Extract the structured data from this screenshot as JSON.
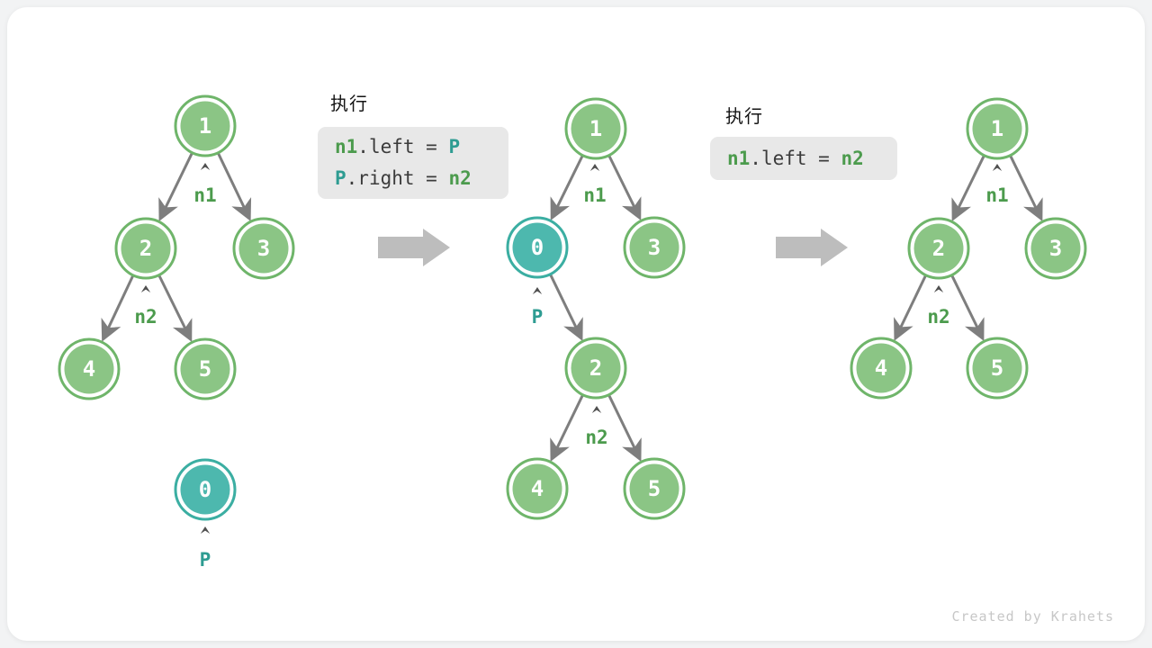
{
  "watermark": "Created by Krahets",
  "code_blocks": [
    {
      "title": "执行",
      "lines": [
        [
          "n1",
          ".left = ",
          "P"
        ],
        [
          "P",
          ".right = ",
          "n2"
        ]
      ]
    },
    {
      "title": "执行",
      "lines": [
        [
          "n1",
          ".left = ",
          "n2"
        ]
      ]
    }
  ],
  "trees": [
    {
      "name": "initial-tree",
      "nodes": [
        {
          "value": "1",
          "kind": "green"
        },
        {
          "value": "2",
          "kind": "green"
        },
        {
          "value": "3",
          "kind": "green"
        },
        {
          "value": "4",
          "kind": "green"
        },
        {
          "value": "5",
          "kind": "green"
        },
        {
          "value": "0",
          "kind": "teal"
        }
      ],
      "labels": [
        {
          "text": "n1"
        },
        {
          "text": "n2"
        },
        {
          "text": "P"
        }
      ]
    },
    {
      "name": "tree-after-insert",
      "nodes": [
        {
          "value": "1",
          "kind": "green"
        },
        {
          "value": "0",
          "kind": "teal"
        },
        {
          "value": "3",
          "kind": "green"
        },
        {
          "value": "2",
          "kind": "green"
        },
        {
          "value": "4",
          "kind": "green"
        },
        {
          "value": "5",
          "kind": "green"
        }
      ],
      "labels": [
        {
          "text": "n1"
        },
        {
          "text": "P"
        },
        {
          "text": "n2"
        }
      ]
    },
    {
      "name": "tree-after-remove",
      "nodes": [
        {
          "value": "1",
          "kind": "green"
        },
        {
          "value": "2",
          "kind": "green"
        },
        {
          "value": "3",
          "kind": "green"
        },
        {
          "value": "4",
          "kind": "green"
        },
        {
          "value": "5",
          "kind": "green"
        }
      ],
      "labels": [
        {
          "text": "n1"
        },
        {
          "text": "n2"
        }
      ]
    }
  ],
  "colors": {
    "node_green_fill": "#8BC585",
    "node_green_stroke": "#6FB56A",
    "node_teal_fill": "#4DB8AE",
    "node_teal_stroke": "#3BAEA2",
    "label_green": "#4C9B4D",
    "label_teal": "#2E9C92",
    "code_text": "#3B3B3B",
    "code_bg": "#E8E8E8",
    "edge": "#7E7E7E",
    "block_arrow": "#BDBDBD",
    "watermark": "#C7C7C7",
    "page_bg": "#F2F3F4",
    "card_bg": "#FFFFFF"
  }
}
